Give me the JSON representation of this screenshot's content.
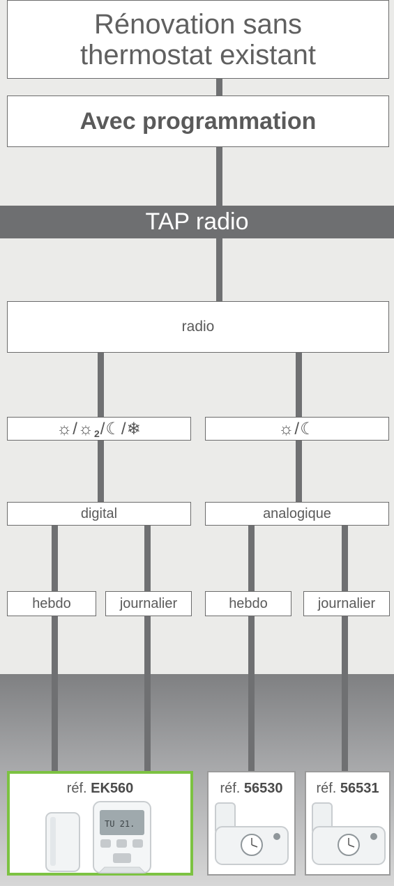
{
  "header": {
    "title_line1": "Rénovation sans",
    "title_line2": "thermostat existant",
    "subtitle": "Avec programmation"
  },
  "band_label": "TAP radio",
  "radio_label": "radio",
  "modes": {
    "left_a": "☼/☼",
    "left_sub": "2",
    "left_b": "/☾/❄",
    "right": "☼/☾"
  },
  "types": {
    "digital": "digital",
    "analog": "analogique"
  },
  "frequencies": {
    "left_weekly": "hebdo",
    "left_daily": "journalier",
    "right_weekly": "hebdo",
    "right_daily": "journalier"
  },
  "products": [
    {
      "prefix": "réf. ",
      "ref": "EK560",
      "highlight": true
    },
    {
      "prefix": "réf. ",
      "ref": "56530",
      "highlight": false
    },
    {
      "prefix": "réf. ",
      "ref": "56531",
      "highlight": false
    }
  ],
  "colors": {
    "connector": "#6f7072",
    "band": "#6e6f71",
    "highlight_border": "#7cc242",
    "background": "#ebebe9"
  }
}
